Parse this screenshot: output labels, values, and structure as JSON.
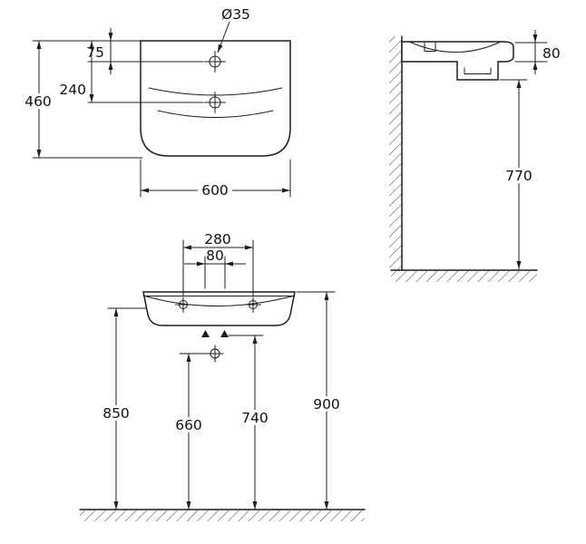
{
  "drawing": {
    "title": "Washbasin technical dimensional drawing",
    "views": [
      "plan",
      "side",
      "front-installation"
    ]
  },
  "colors": {
    "line": "#1d1d1d",
    "text": "#111111",
    "background": "#ffffff"
  },
  "labels": {
    "plan": {
      "hole_diameter": "Ø35",
      "rim_to_tap_hole": "75",
      "rim_to_overflow": "240",
      "depth": "460",
      "width": "600"
    },
    "side": {
      "front_edge_thickness": "80",
      "underside_to_floor": "770"
    },
    "front": {
      "fixing_hole_spacing": "280",
      "drain_span": "80",
      "underside_height": "850",
      "trap_center_height": "660",
      "drain_height": "740",
      "rim_height": "900"
    }
  }
}
